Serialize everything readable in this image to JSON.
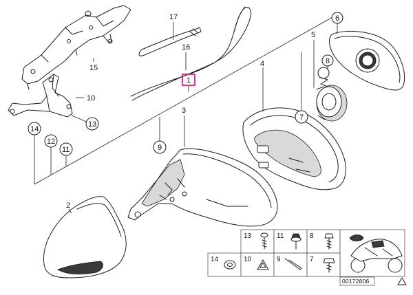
{
  "callouts": {
    "c1": "1",
    "c2": "2",
    "c3": "3",
    "c4": "4",
    "c5": "5",
    "c6": "6",
    "c7": "7",
    "c8": "8",
    "c9": "9",
    "c10": "10",
    "c11": "11",
    "c12": "12",
    "c13": "13",
    "c14": "14",
    "c15": "15",
    "c16": "16",
    "c17": "17"
  },
  "legend": {
    "items": [
      "13",
      "11",
      "8",
      "14",
      "10",
      "9",
      "7"
    ]
  },
  "reference_number": "00172806",
  "colors": {
    "line": "#1a1a1a",
    "highlight": "#e0007a",
    "shade": "#d9d9d9"
  }
}
